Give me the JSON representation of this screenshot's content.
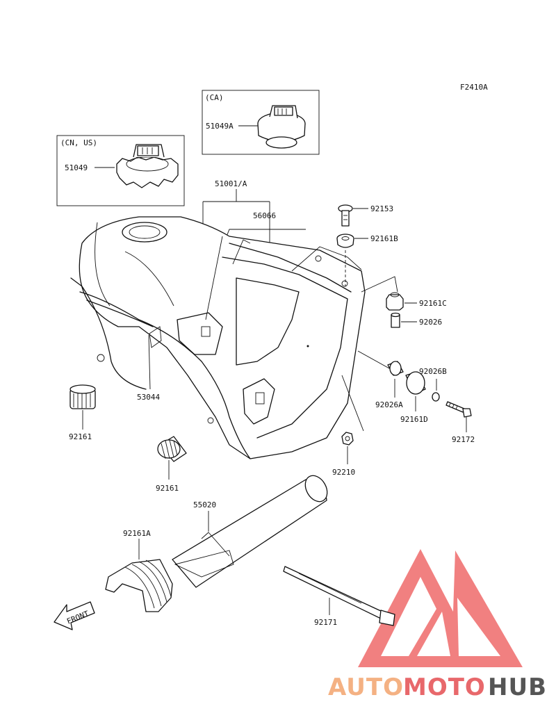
{
  "figure_code": "F2410A",
  "callouts": {
    "cap_ca_region": "(CA)",
    "cap_ca": "51049A",
    "cap_cn_region": "(CN, US)",
    "cap_cn": "51049",
    "tank": "51001/A",
    "part_56066": "56066",
    "bolt_92153": "92153",
    "damper_92161B": "92161B",
    "damper_92161C": "92161C",
    "collar_92026": "92026",
    "hose_53044": "53044",
    "damper_92161_left": "92161",
    "collar_92026B": "92026B",
    "collar_92026A": "92026A",
    "damper_92161D": "92161D",
    "bolt_92172": "92172",
    "nut_92210": "92210",
    "damper_92161_mid": "92161",
    "tube_55020": "55020",
    "damper_92161A": "92161A",
    "band_92171": "92171"
  },
  "front_arrow_text": "FRONT",
  "watermark": {
    "part1": "AUTO",
    "part2": "MOTO",
    "part3": "HUB",
    "color_auto": "#f4b183",
    "color_moto": "#e8686b",
    "color_hub": "#555555",
    "logo_color": "#ef6b6b"
  }
}
